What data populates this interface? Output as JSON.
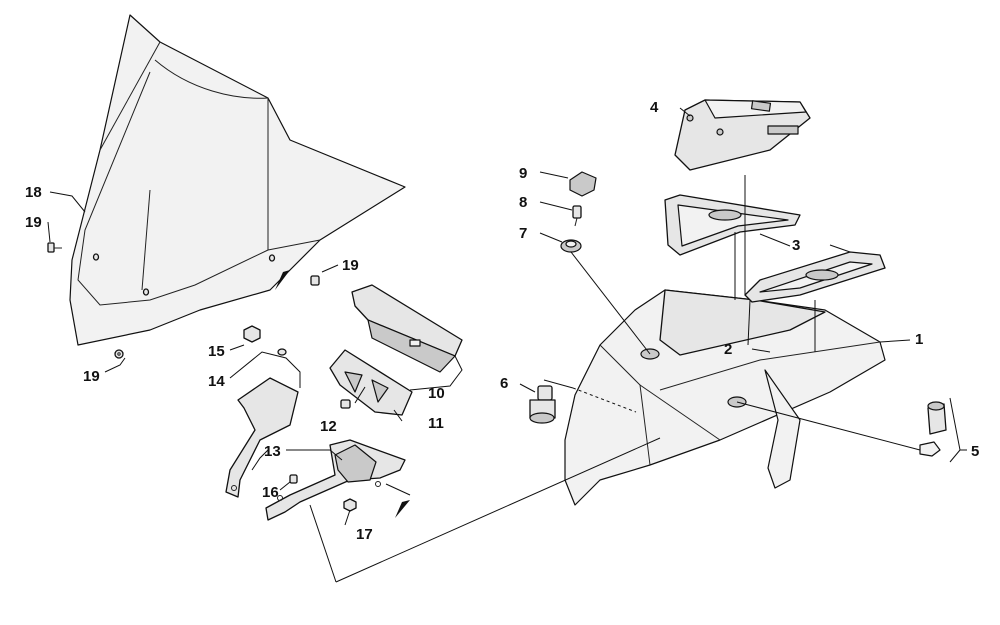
{
  "callouts": {
    "c1": "1",
    "c2": "2",
    "c3": "3",
    "c4": "4",
    "c5": "5",
    "c6": "6",
    "c7": "7",
    "c8": "8",
    "c9": "9",
    "c10": "10",
    "c11": "11",
    "c12": "12",
    "c13": "13",
    "c14": "14",
    "c15": "15",
    "c16": "16",
    "c17": "17",
    "c18": "18",
    "c19a": "19",
    "c19b": "19",
    "c19c": "19"
  }
}
